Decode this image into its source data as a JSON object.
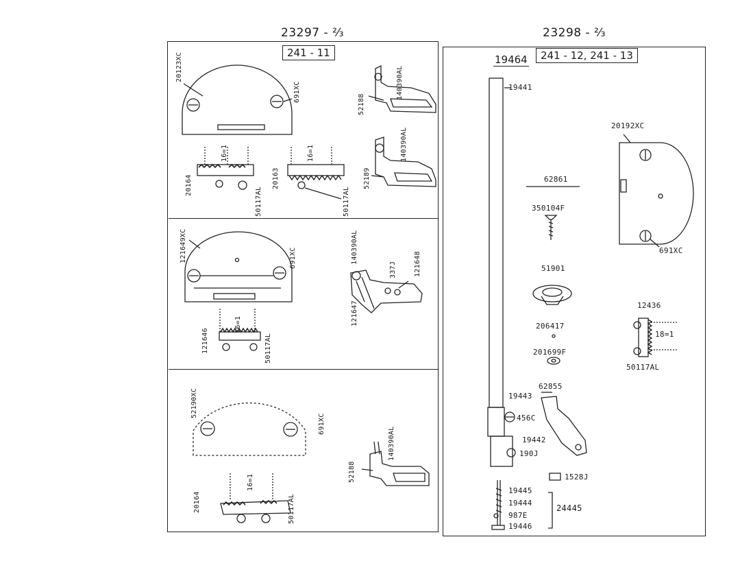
{
  "headers": {
    "left_title": "23297 - ⅔",
    "right_title": "23298 - ⅔",
    "left_model_box": "241 - 11",
    "right_set_number": "19464",
    "right_model_box": "241 - 12, 241 - 13"
  },
  "panel_a": {
    "throat_plate": "20123XC",
    "plate_screw": "691XC",
    "feed_dog_left": "20164",
    "feed_dog_right": "20163",
    "feed_screw_left": "50117AL",
    "feed_screw_right": "50117AL",
    "spacing_left": "16=1",
    "spacing_right": "16=1",
    "foot_top": "52188",
    "foot_top_screw": "140390AL",
    "foot_bottom": "52189",
    "foot_bottom_screw": "140390AL"
  },
  "panel_b": {
    "throat_plate": "121649XC",
    "plate_screw": "691XC",
    "feed_dog": "121646",
    "feed_screw": "50117AL",
    "spacing": "16=1",
    "foot_screw": "140390AL",
    "foot_pin": "337J",
    "foot_part": "121648",
    "foot_body": "121647"
  },
  "panel_c": {
    "throat_plate": "52190XC",
    "plate_screw": "691XC",
    "feed_dog": "20164",
    "feed_screw": "50117AL",
    "spacing": "16=1",
    "foot": "52188",
    "foot_screw": "140390AL"
  },
  "panel_d": {
    "bar": "19441",
    "throat_plate": "20192XC",
    "plate_screw": "691XC",
    "group": "62861",
    "screw": "350104F",
    "disc": "51901",
    "pin": "206417",
    "washer": "201699F",
    "feed_dog": "12436",
    "feed_screw": "50117AL",
    "spacing": "18=1",
    "lever": "62855",
    "clamp": "19443",
    "clamp_screw": "456C",
    "block": "19442",
    "block_screw": "190J",
    "nut": "1528J",
    "stud_top": "19445",
    "stud_mid": "19444",
    "stud_screw": "987E",
    "stud_bottom": "19446",
    "stud_assembly": "24445"
  }
}
